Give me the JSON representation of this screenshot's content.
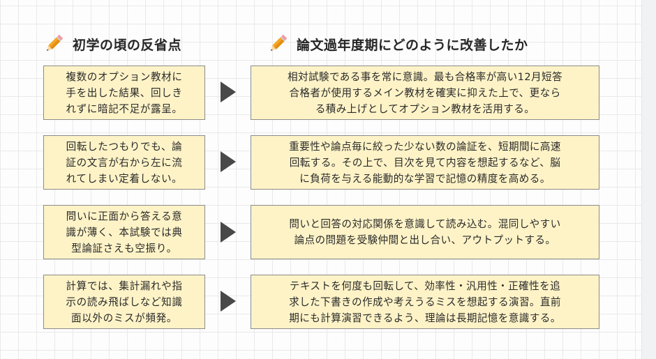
{
  "headers": {
    "left": "初学の頃の反省点",
    "right": "論文過年度期にどのように改善したか"
  },
  "rows": [
    {
      "left_lines": [
        "複数のオプション教材に",
        "手を出した結果、回しき",
        "れずに暗記不足が露呈。"
      ],
      "right_lines": [
        "相対試験である事を常に意識。最も合格率が高い12月短答",
        "合格者が使用するメイン教材を確実に抑えた上で、更なら",
        "る積み上げとしてオプション教材を活用する。"
      ]
    },
    {
      "left_lines": [
        "回転したつもりでも、論",
        "証の文言が右から左に流",
        "れてしまい定着しない。"
      ],
      "right_lines": [
        "重要性や論点毎に絞った少ない数の論証を、短期間に高速",
        "回転する。その上で、目次を見て内容を想起するなど、脳",
        "に負荷を与える能動的な学習で記憶の精度を高める。"
      ]
    },
    {
      "left_lines": [
        "問いに正面から答える意",
        "識が薄く、本試験では典",
        "型論証さえも空振り。"
      ],
      "right_lines": [
        "問いと回答の対応関係を意識して読み込む。混同しやすい",
        "論点の問題を受験仲間と出し合い、アウトプットする。"
      ]
    },
    {
      "left_lines": [
        "計算では、集計漏れや指",
        "示の読み飛ばしなど知識",
        "面以外のミスが頻発。"
      ],
      "right_lines": [
        "テキストを何度も回転して、効率性・汎用性・正確性を追",
        "求した下書きの作成や考えうるミスを想起する演習。直前",
        "期にも計算演習できるよう、理論は長期記憶を意識する。"
      ]
    }
  ],
  "icons": {
    "header_icon": "pencil-icon",
    "row_connector": "triangle-right-arrow-icon"
  },
  "colors": {
    "box_fill": "#fef3c7",
    "box_border": "#8a8a8a",
    "arrow": "#484848",
    "pencil_body": "#f5a623",
    "grid_line": "#e9e9e9"
  }
}
